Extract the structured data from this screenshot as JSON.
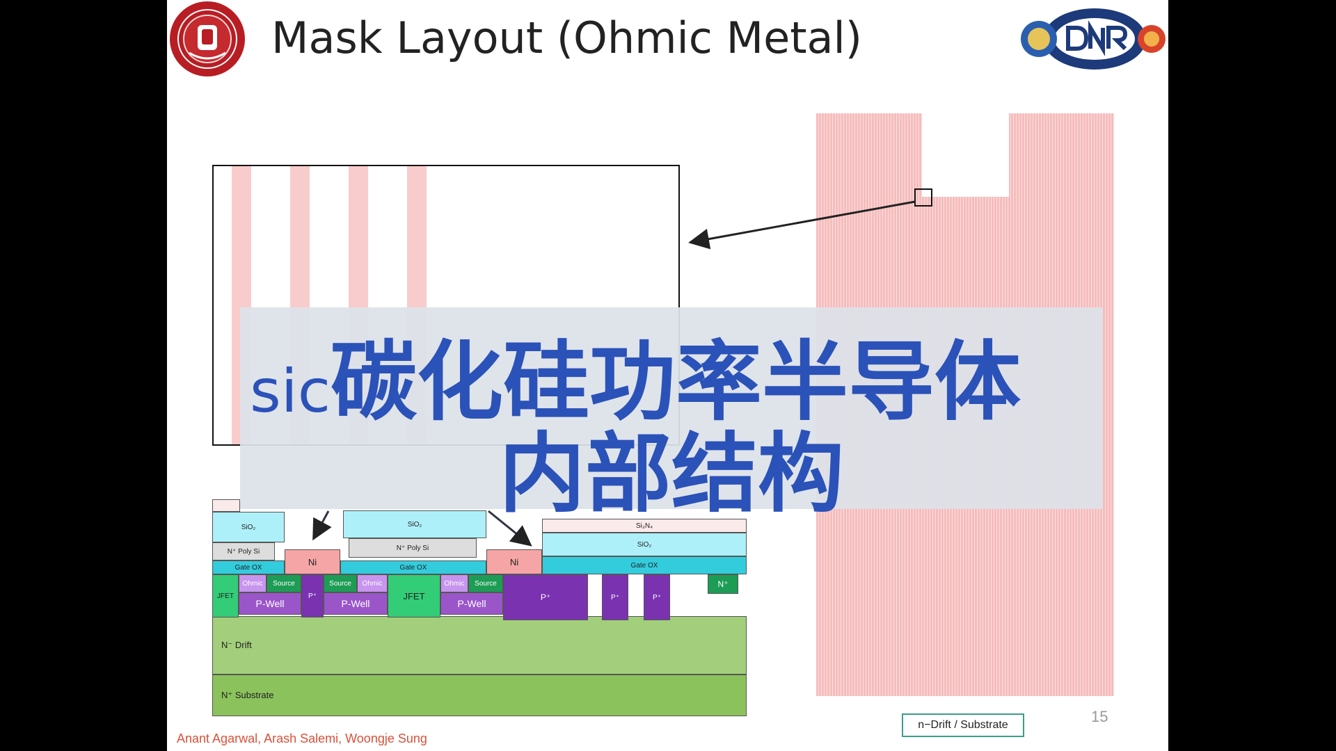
{
  "slide": {
    "title": "Mask Layout (Ohmic Metal)",
    "page_number": "15",
    "authors": "Anant Agarwal, Arash Salemi, Woongje Sung",
    "legend": "n−Drift / Substrate"
  },
  "overlay": {
    "line1_latin": "sic",
    "line1_cjk": "碳化硅功率半导体",
    "line2": "内部结构"
  },
  "logos": {
    "left": "ohio-state-university-seal",
    "right": "office-of-naval-research-logo"
  },
  "cross_section": {
    "sio2": "SiO₂",
    "si3n4": "Si₃N₄",
    "npoly": "N⁺ Poly Si",
    "gate_ox": "Gate OX",
    "ni": "Ni",
    "jfet": "JFET",
    "ohmic": "Ohmic",
    "source": "Source",
    "pwell": "P-Well",
    "p": "P⁺",
    "nplus": "N⁺",
    "drift": "N⁻ Drift",
    "substrate": "N⁺ Substrate"
  },
  "colors": {
    "mask_pink": "#f8cccc",
    "overlay_text": "#2b52b8",
    "author_text": "#d9513a",
    "drift": "#a3cf7c",
    "substrate": "#8cc25c",
    "pwell": "#9a56c9",
    "source": "#1d9c55",
    "jfet": "#33cc77",
    "gate_ox": "#33ccdd",
    "sio2": "#aef0fa",
    "ni": "#f5a5a5"
  }
}
